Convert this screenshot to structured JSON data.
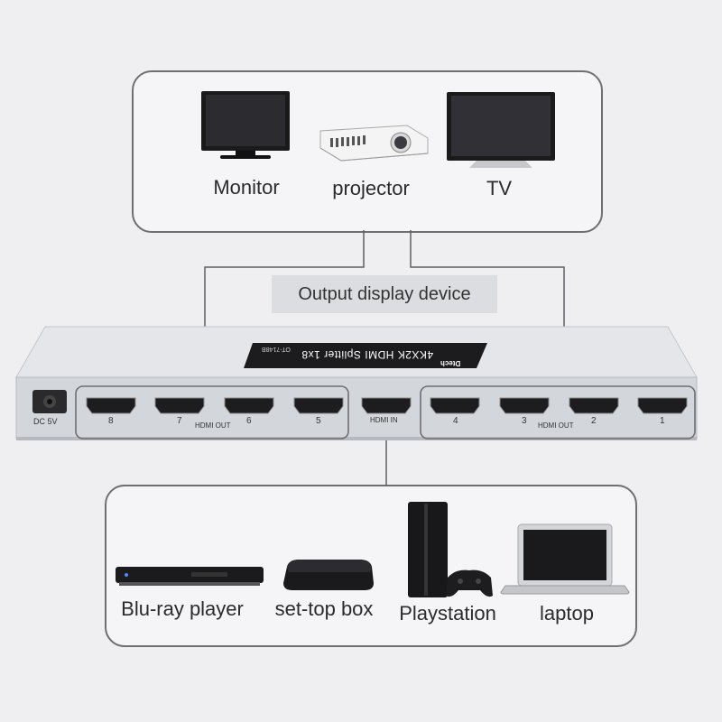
{
  "output_devices": [
    {
      "label": "Monitor",
      "icon": "monitor-icon"
    },
    {
      "label": "projector",
      "icon": "projector-icon"
    },
    {
      "label": "TV",
      "icon": "tv-icon"
    }
  ],
  "section_label": "Output display device",
  "splitter": {
    "model_label": "4KX2K HDMI Splitter 1x8",
    "model_code": "OT-7148B",
    "brand": "Dtech",
    "power_label": "DC 5V",
    "hdmi_in_label": "HDMI IN",
    "hdmi_out_label": "HDMI OUT",
    "left_ports": [
      "8",
      "7",
      "6",
      "5"
    ],
    "right_ports": [
      "4",
      "3",
      "2",
      "1"
    ]
  },
  "input_devices": [
    {
      "label": "Blu-ray player",
      "icon": "blu-ray-player-icon"
    },
    {
      "label": "set-top box",
      "icon": "set-top-box-icon"
    },
    {
      "label": "Playstation",
      "icon": "playstation-icon"
    },
    {
      "label": "laptop",
      "icon": "laptop-icon"
    }
  ],
  "colors": {
    "background": "#efeff2",
    "panel_border": "#6e6e73",
    "splitter_body": "#d7d9de",
    "label_box": "#dcdde1"
  }
}
